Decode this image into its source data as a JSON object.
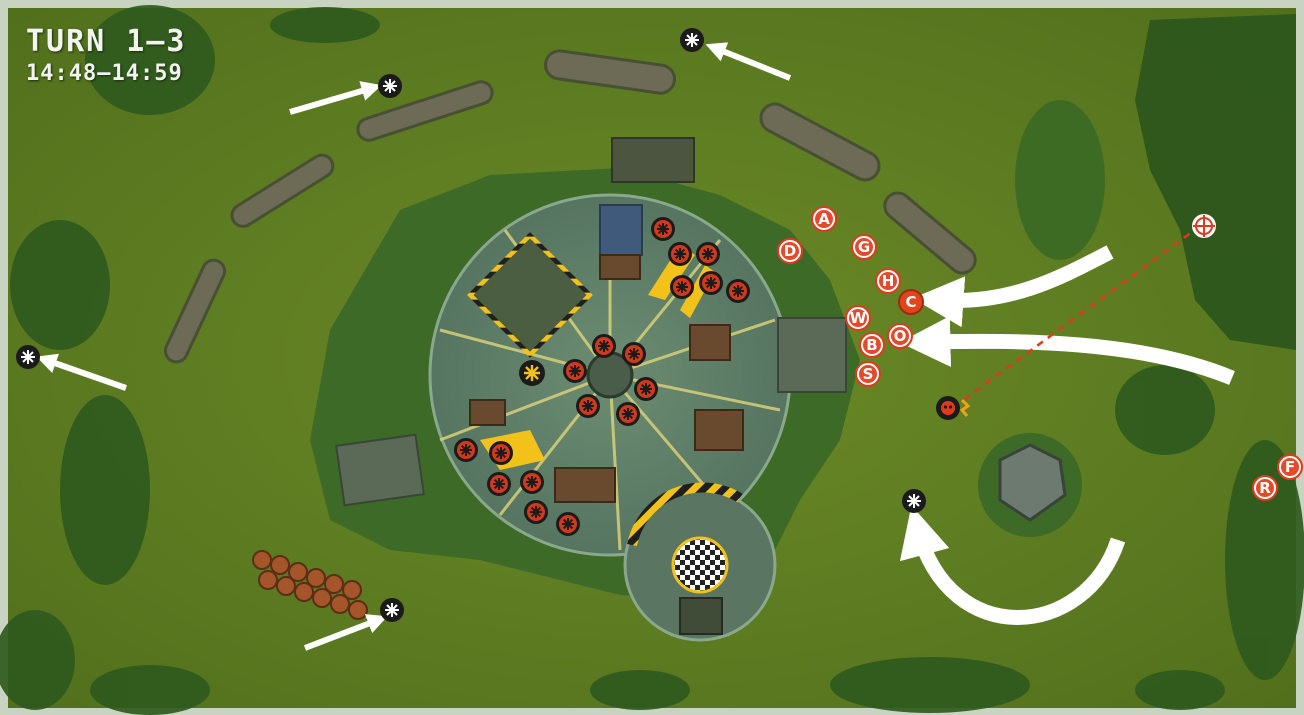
{
  "hud": {
    "turn": "TURN 1–3",
    "time": "14:48–14:59"
  },
  "markers": {
    "units": [
      "A",
      "D",
      "G",
      "H",
      "C",
      "W",
      "B",
      "O",
      "S",
      "R",
      "F"
    ],
    "objective_icon": "checkered-landing-pad",
    "target_icon": "crosshair-icon",
    "enemy_icon": "skull-icon",
    "reinforcement_icon": "star-burst-icon"
  },
  "colors": {
    "grass": "#5f7a22",
    "plaza": "#5e7f66",
    "unit_marker": "#d8422a",
    "unit_marker_active": "#e0451c",
    "burst_marker": "#cf3a1c",
    "hazard_yellow": "#f2c21a",
    "arrow": "#ffffff"
  }
}
